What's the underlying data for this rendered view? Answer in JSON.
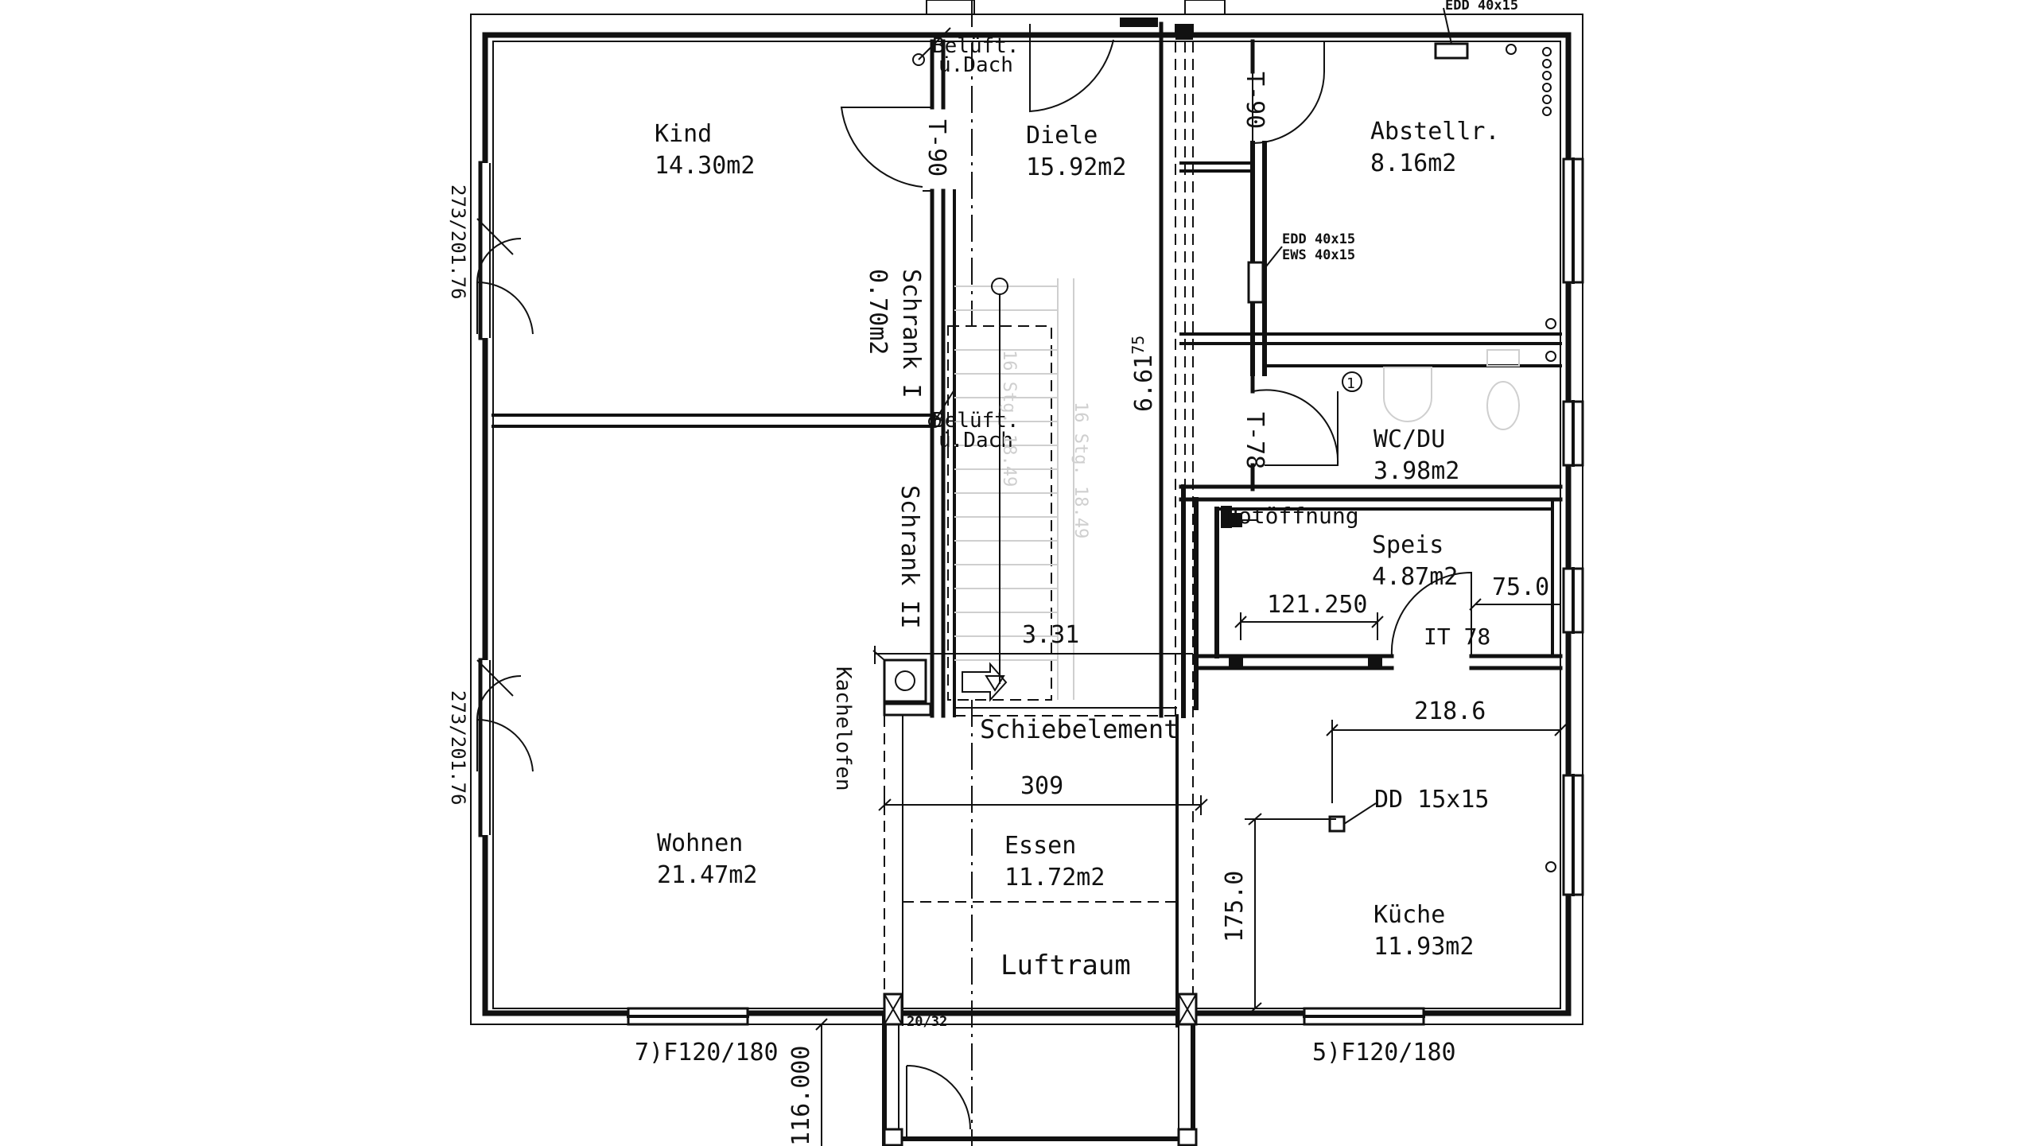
{
  "rooms": {
    "kind": {
      "name": "Kind",
      "area": "14.30m2"
    },
    "diele": {
      "name": "Diele",
      "area": "15.92m2"
    },
    "abstellr": {
      "name": "Abstellr.",
      "area": "8.16m2"
    },
    "wc": {
      "name": "WC/DU",
      "area": "3.98m2"
    },
    "speis": {
      "name": "Speis",
      "area": "4.87m2"
    },
    "wohnen": {
      "name": "Wohnen",
      "area": "21.47m2"
    },
    "essen": {
      "name": "Essen",
      "area": "11.72m2"
    },
    "kueche": {
      "name": "Küche",
      "area": "11.93m2"
    },
    "luftraum": {
      "name": "Luftraum"
    },
    "schrank1": {
      "name": "Schrank I",
      "area": "0.70m2"
    },
    "schrank2": {
      "name": "Schrank II"
    }
  },
  "labels": {
    "beluft_top": "Belüft.",
    "udach_top": "ü.Dach",
    "beluft_mid": "Belüft.",
    "udach_mid": "ü.Dach",
    "door_t90_left": "T-90",
    "door_t90_right": "T-90",
    "door_t78": "T-78",
    "door_it78": "IT 78",
    "notoffnung": "Notöffnung",
    "kachelofen": "Kachelofen",
    "schiebelement": "Schiebelement",
    "dd": "DD  15x15",
    "edd_top": "EDD 40x15",
    "edd_mid": "EDD 40x15",
    "ews_mid": "EWS 40x15",
    "window_left": "7)F120/180",
    "window_right": "5)F120/180",
    "size_2032": "20/32",
    "stair_steps_a": "16 Stg. 18.49",
    "stair_steps_b": "16 Stg. 18.49",
    "wall_side_a": "273/201.76",
    "wall_side_b": "273/201.76",
    "marker_1": "1"
  },
  "dimensions": {
    "d661": "6.61",
    "d661_sup": "75",
    "d331": "3.31",
    "d309": "309",
    "d2186": "218.6",
    "d1750": "175.0",
    "d121250": "121.250",
    "d750": "75.0",
    "d116000": "116.000"
  }
}
